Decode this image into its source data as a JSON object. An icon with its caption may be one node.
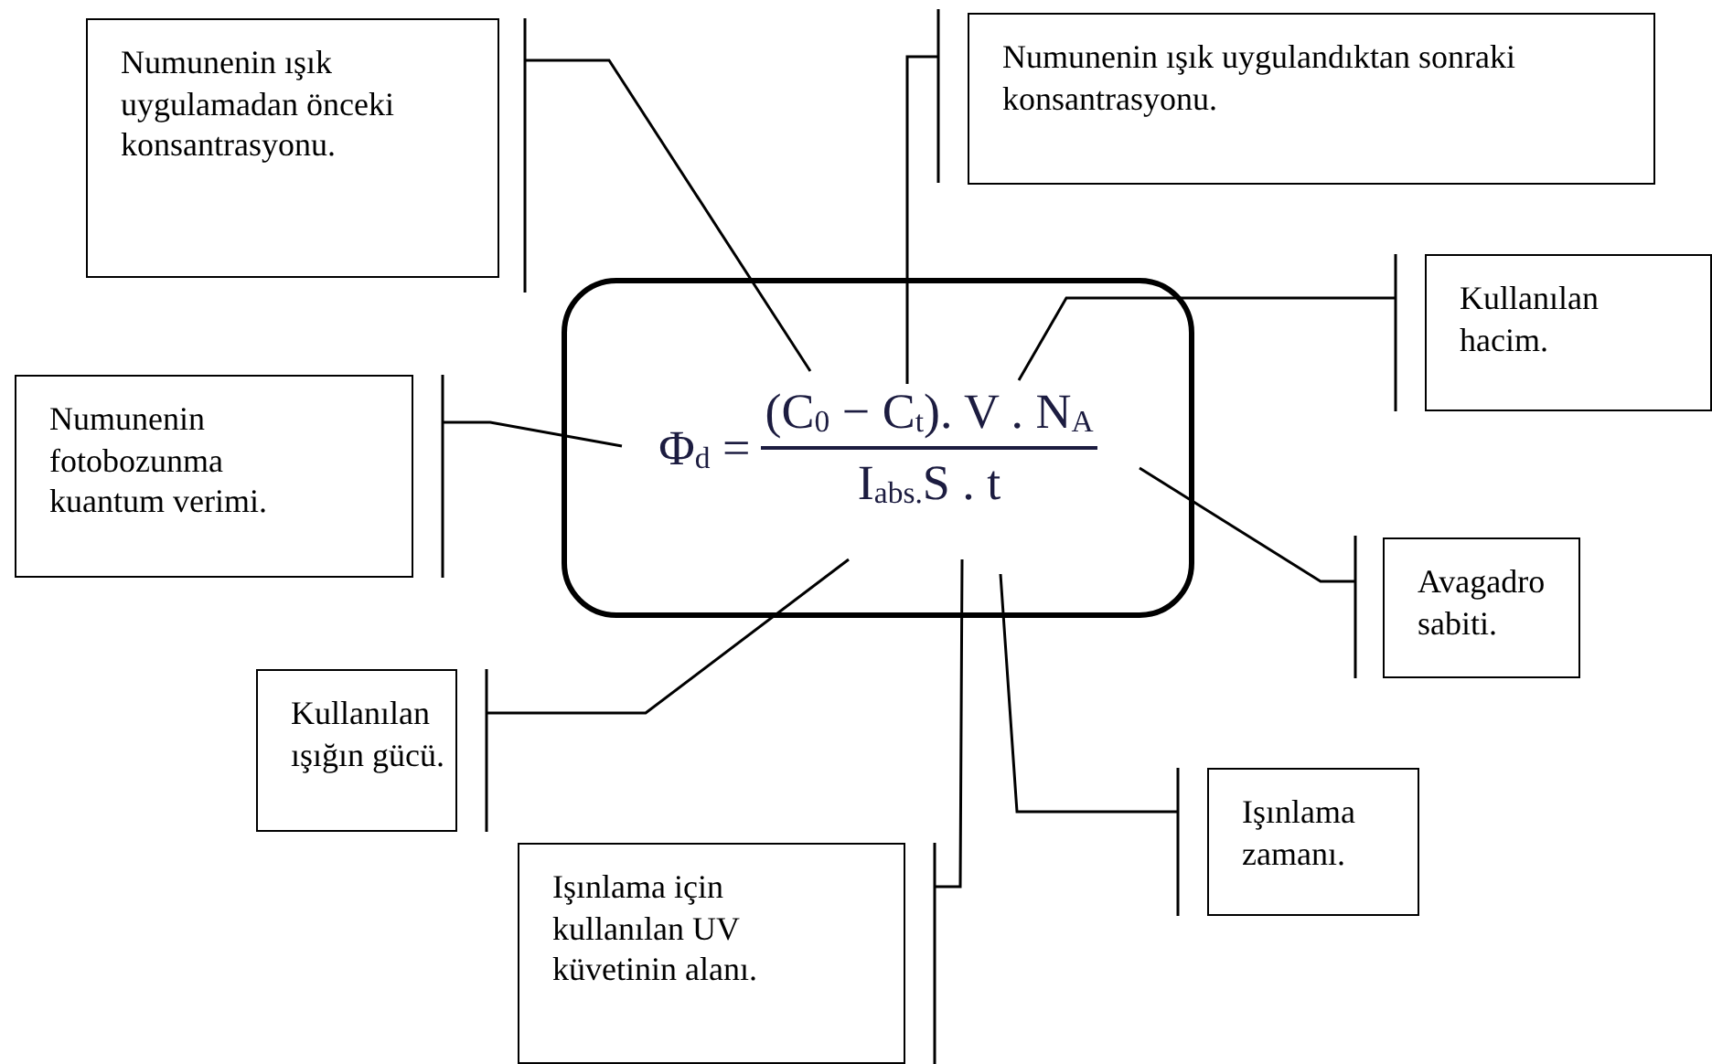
{
  "diagram": {
    "nodes": [
      {
        "text": [
          "Numunenin ışık uygulamadan önceki konsantrasyonu."
        ]
      },
      {
        "text": [
          "Numunenin ışık uygulandıktan sonraki konsantrasyonu."
        ]
      },
      {
        "text": [
          "Kullanılan hacim."
        ]
      },
      {
        "text": [
          "Numunenin fotobozunma kuantum verimi."
        ]
      },
      {
        "text": [
          "Φ$_{d}$ =",
          "(C$_{0}$ − C$_{t}$). V . N$_{A}$",
          "I$_{abs.}$S . t"
        ]
      },
      {
        "text": [
          "Avagadro sabiti."
        ]
      },
      {
        "text": [
          "Kullanılan ışığın gücü."
        ]
      },
      {
        "text": [
          "Işınlama zamanı."
        ]
      },
      {
        "text": [
          "Işınlama için kullanılan UV küvetinin alanı."
        ]
      }
    ],
    "edges": [
      {
        "from": 0,
        "to": 4,
        "arrow": "none"
      },
      {
        "from": 1,
        "to": 4,
        "arrow": "none"
      },
      {
        "from": 2,
        "to": 4,
        "arrow": "none"
      },
      {
        "from": 3,
        "to": 4,
        "arrow": "none"
      },
      {
        "from": 5,
        "to": 4,
        "arrow": "none"
      },
      {
        "from": 6,
        "to": 4,
        "arrow": "none"
      },
      {
        "from": 7,
        "to": 4,
        "arrow": "none"
      },
      {
        "from": 8,
        "to": 4,
        "arrow": "none"
      }
    ]
  }
}
